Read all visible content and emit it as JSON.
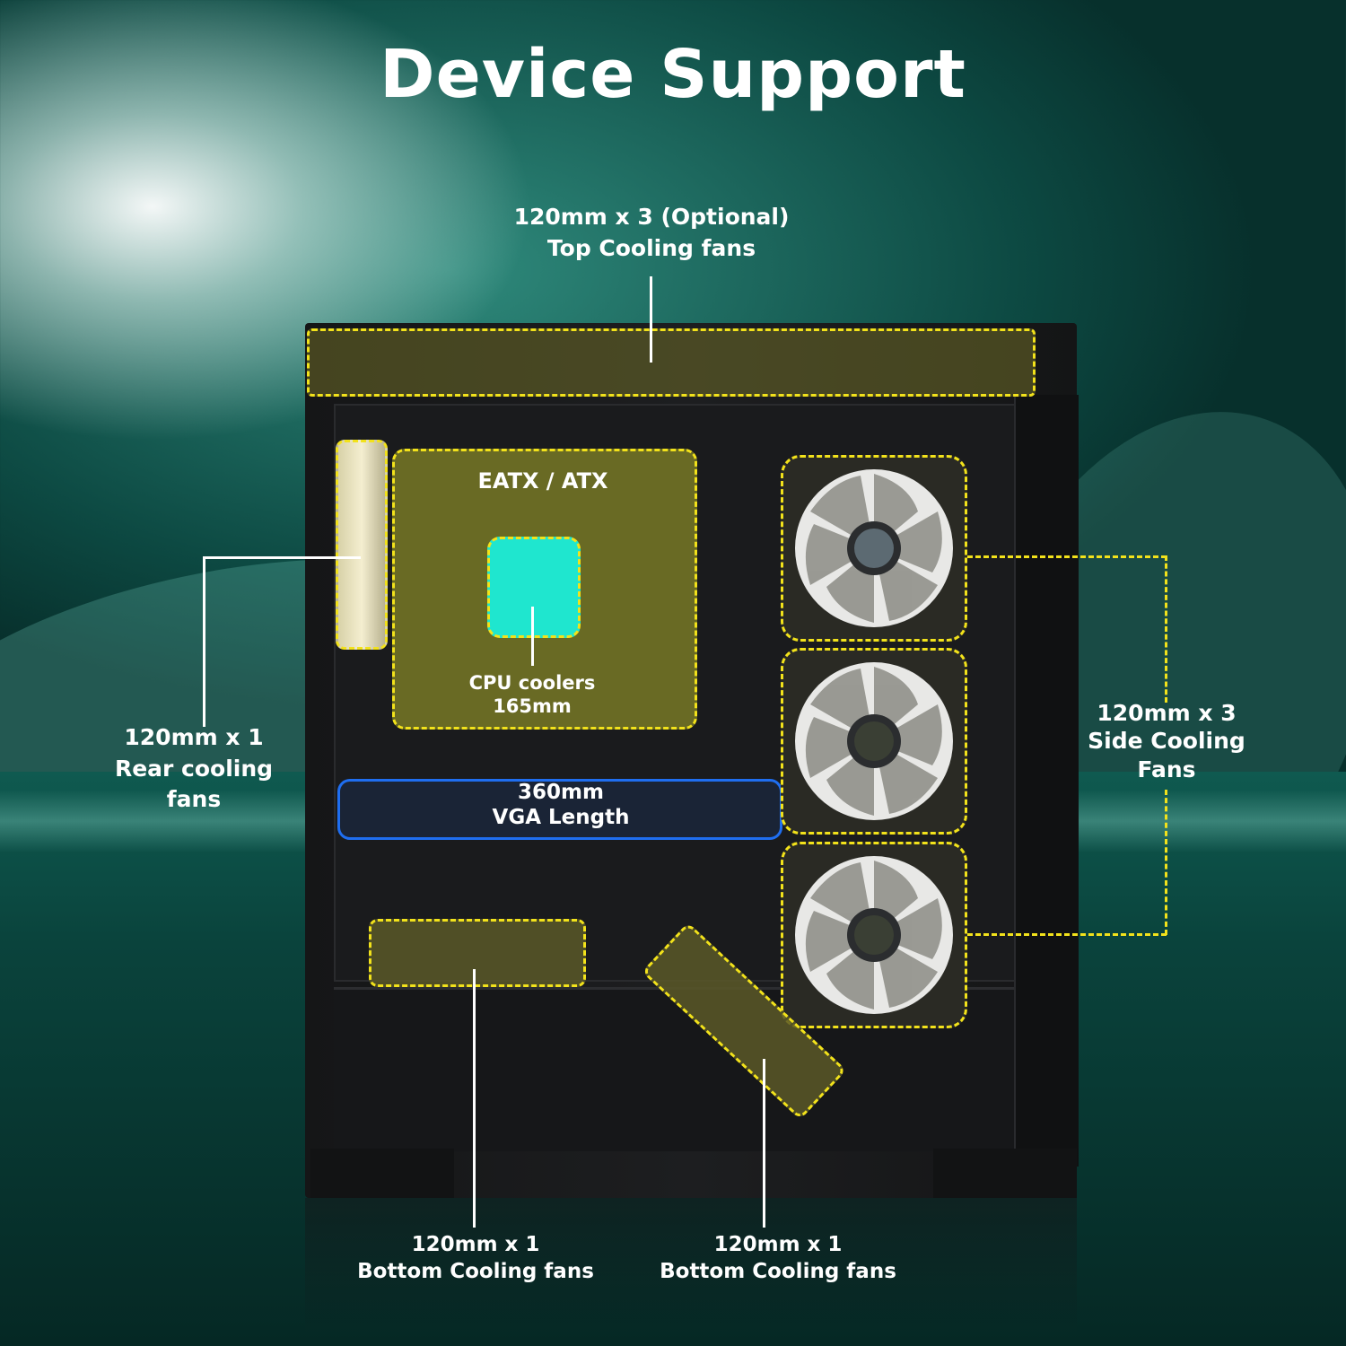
{
  "title": "Device Support",
  "colors": {
    "accent_yellow": "#f2e21b",
    "cpu_cyan": "#1fe6cf",
    "vga_blue": "#1f6ef0",
    "background_green": "#0d4a43"
  },
  "labels": {
    "top_fans": {
      "line1": "120mm x 3 (Optional)",
      "line2": "Top Cooling fans"
    },
    "rear_fans": {
      "line1": "120mm x 1",
      "line2": "Rear cooling",
      "line3": "fans"
    },
    "side_fans": {
      "line1": "120mm x 3",
      "line2": "Side Cooling",
      "line3": "Fans"
    },
    "motherboard": "EATX / ATX",
    "cpu_cooler": {
      "line1": "CPU coolers",
      "line2": "165mm"
    },
    "vga": {
      "line1": "360mm",
      "line2": "VGA Length"
    },
    "bottom_fans_left": {
      "line1": "120mm x 1",
      "line2": "Bottom Cooling fans"
    },
    "bottom_fans_right": {
      "line1": "120mm x 1",
      "line2": "Bottom Cooling fans"
    }
  }
}
